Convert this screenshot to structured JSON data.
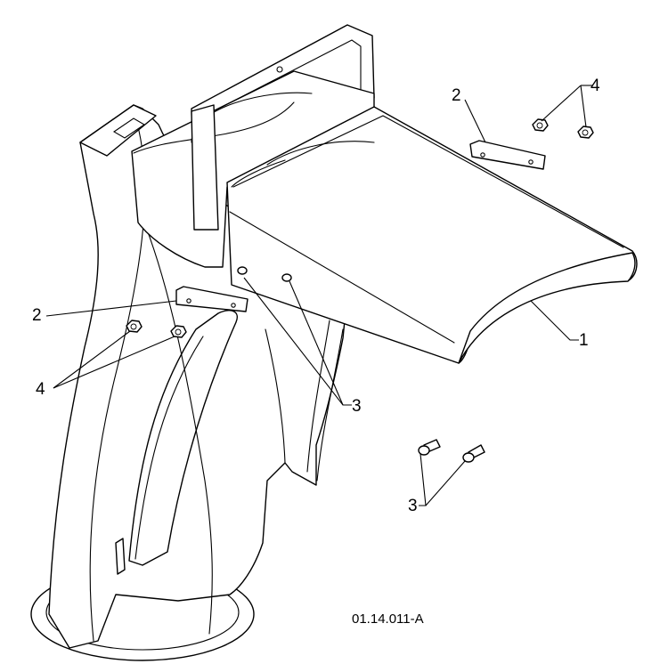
{
  "callouts": {
    "part_1": "1",
    "part_2_top": "2",
    "part_2_left": "2",
    "part_3_middle": "3",
    "part_3_bottom": "3",
    "part_4_top": "4",
    "part_4_left": "4"
  },
  "drawing_number": "01.14.011-A"
}
